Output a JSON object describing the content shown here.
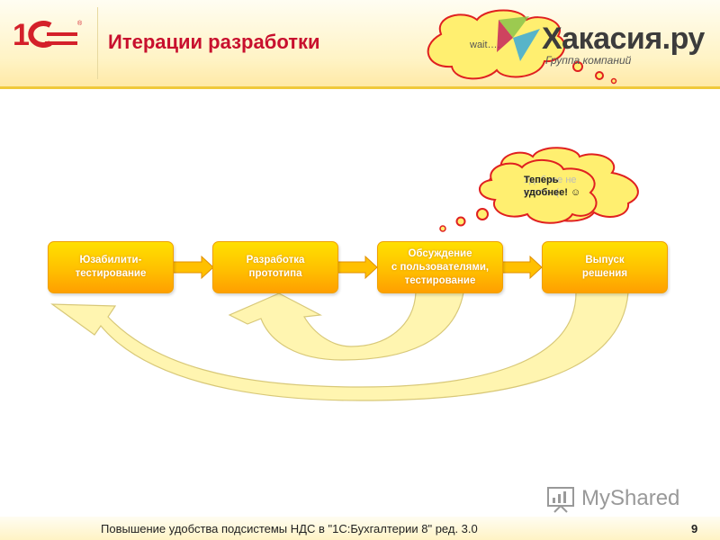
{
  "header": {
    "title": "Итерации разработки",
    "logo_text": "1С",
    "brand_name": "Хакасия.ру",
    "brand_subtitle": "Группа компаний",
    "wait_text": "wait…."
  },
  "diagram": {
    "steps": [
      {
        "label": "Юзабилити-\nтестирование"
      },
      {
        "label": "Разработка\nпрототипа"
      },
      {
        "label": "Обсуждение\nс пользователями,\nтестирование"
      },
      {
        "label": "Выпуск\nрешения"
      }
    ],
    "cloud_back_text": "Удобнее не\nстало :(",
    "cloud_front_text": "Теперь\nудобнее! ☺"
  },
  "footer": {
    "text": "Повышение удобства подсистемы НДС в \"1С:Бухгалтерии 8\" ред. 3.0",
    "page_number": "9"
  },
  "watermark": {
    "text": "MyShared"
  },
  "colors": {
    "title": "#c8102e",
    "box": "#ffc000",
    "cloud": "#ffef70",
    "cloud_border": "#e02020",
    "arrow": "#fff5b0"
  }
}
